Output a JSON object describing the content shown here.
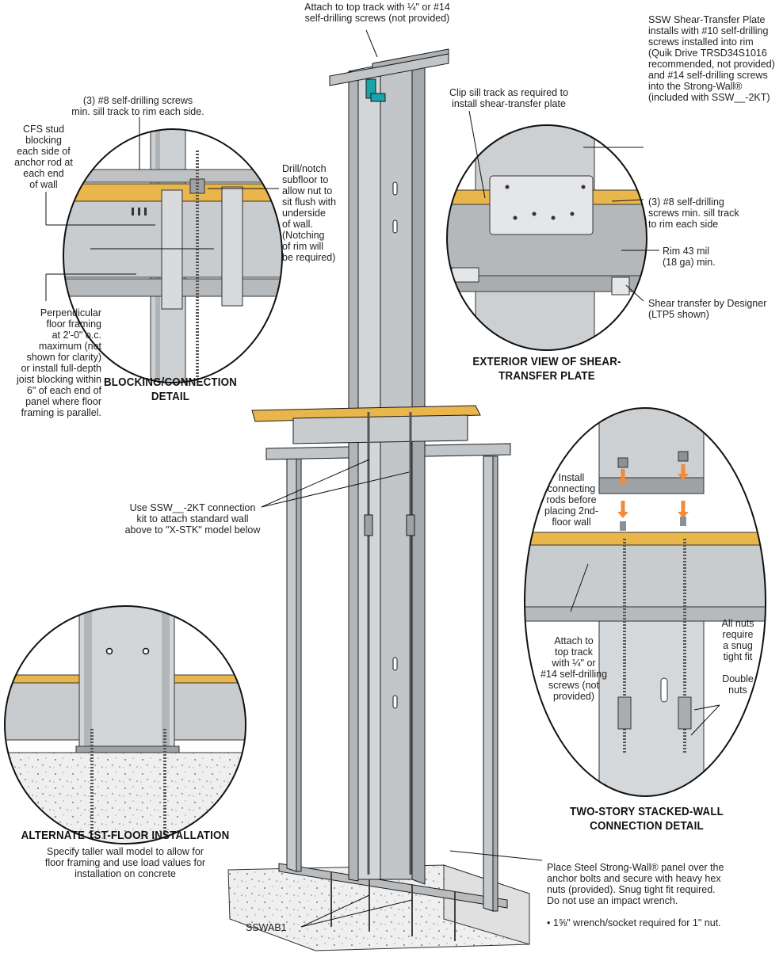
{
  "callouts": {
    "top_track": "Attach to top track with ¼\" or #14\nself-drilling screws (not provided)",
    "sill_screws": "(3) #8 self-drilling screws\nmin. sill track to rim each side.",
    "cfs_blocking": "CFS stud\nblocking\neach side of\nanchor rod at\neach end\nof wall",
    "drill_notch": "Drill/notch\nsubfloor to\nallow nut to\nsit flush with\nunderside\nof wall.\n(Notching\nof rim will\nbe required)",
    "perp_framing": "Perpendicular\nfloor framing\nat 2'-0\" o.c.\nmaximum (not\nshown for clarity)\nor install full-depth\njoist blocking within\n6\" of each end of\npanel where floor\nframing is parallel.",
    "clip_sill": "Clip sill track as required to\ninstall shear-transfer plate",
    "ssw_plate": "SSW Shear-Transfer Plate\ninstalls with #10 self-drilling\nscrews installed into rim\n(Quik Drive TRSD34S1016\nrecommended, not provided)\nand #14 self-drilling screws\ninto the Strong-Wall®\n(included with SSW__-2KT)",
    "sill_screws_2": "(3) #8 self-drilling\nscrews min. sill track\nto rim each side",
    "rim": "Rim 43 mil\n(18 ga) min.",
    "shear_transfer": "Shear transfer by Designer\n(LTP5 shown)",
    "connection_kit": "Use SSW__-2KT connection\nkit to attach standard wall\nabove to \"X-STK\" model below",
    "connecting_rods": "Install\nconnecting\nrods before\nplacing 2nd-\nfloor wall",
    "top_track_2": "Attach to\ntop track\nwith ¼\" or\n#14 self-drilling\nscrews (not\nprovided)",
    "all_nuts": "All nuts\nrequire\na snug\ntight fit",
    "double_nuts": "Double\nnuts",
    "alt_desc": "Specify taller wall model to allow for\nfloor framing and use load values for\ninstallation on concrete",
    "place_panel": "Place Steel Strong-Wall® panel over the\nanchor bolts and secure with heavy hex\nnuts (provided). Snug tight fit required.\nDo not use an impact wrench.",
    "wrench_bullet": "•",
    "wrench_note": "1⅝\" wrench/socket required for 1\" nut.",
    "anchor_label": "SSWAB1"
  },
  "headings": {
    "blocking": "BLOCKING/CONNECTION\nDETAIL",
    "exterior": "EXTERIOR VIEW OF SHEAR-\nTRANSFER PLATE",
    "two_story": "TWO-STORY STACKED-WALL\nCONNECTION DETAIL",
    "alternate": "ALTERNATE 1ST-FLOOR INSTALLATION"
  },
  "colors": {
    "steel": "#c9ccce",
    "steel_dark": "#8f9396",
    "wood": "#e9b64c",
    "concrete": "#ececec",
    "arrow": "#f08a3c",
    "outline": "#1a1a1a",
    "drill": "#1aa3a8"
  }
}
